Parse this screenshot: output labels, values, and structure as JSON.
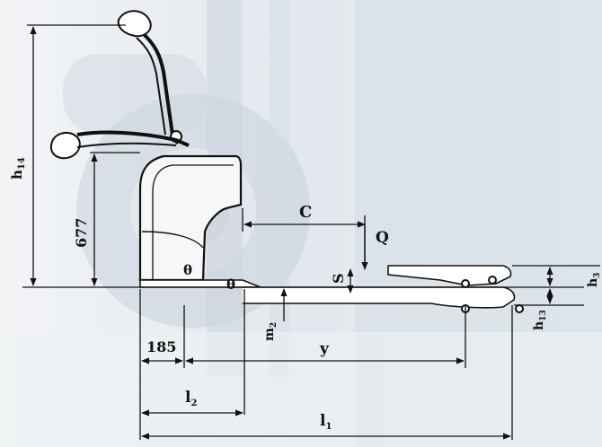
{
  "diagram": {
    "labels": {
      "h14": "h₁₄",
      "h14_main": "h",
      "h14_sub": "14",
      "d677": "677",
      "C": "C",
      "Q": "Q",
      "S": "S",
      "h3_main": "h",
      "h3_sub": "3",
      "m2_main": "m",
      "m2_sub": "2",
      "h13_main": "h",
      "h13_sub": "13",
      "d185": "185",
      "y": "y",
      "l2_main": "l",
      "l2_sub": "2",
      "l1_main": "l",
      "l1_sub": "1",
      "wheel_mark_1": "θ",
      "wheel_mark_2": "θ"
    },
    "colors": {
      "background_tint": "#c8d2dc",
      "line": "#111111",
      "watermark": "#dde3ea"
    }
  }
}
